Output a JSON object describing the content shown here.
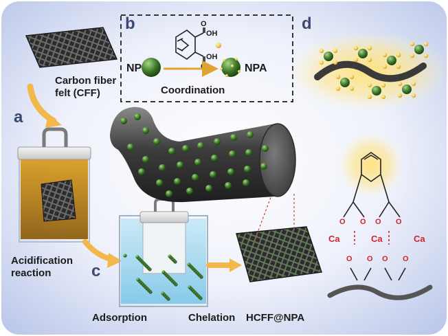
{
  "panels": {
    "a": "a",
    "b": "b",
    "c": "c",
    "d": "d"
  },
  "labels": {
    "cff_line1": "Carbon fiber",
    "cff_line2": "felt (CFF)",
    "acid_line1": "Acidification",
    "acid_line2": "reaction",
    "adsorption": "Adsorption",
    "chelation": "Chelation",
    "product": "HCFF@NPA",
    "np": "NP",
    "npa": "NPA",
    "coordination": "Coordination",
    "oh_top": "OH",
    "oh_bottom": "OH",
    "o_top": "O",
    "o_bottom": "O"
  },
  "chelate": {
    "ca_labels": [
      "Ca",
      "Ca",
      "Ca"
    ],
    "o_labels": [
      "O",
      "O",
      "O",
      "O",
      "O",
      "O",
      "O",
      "O"
    ]
  },
  "colors": {
    "background_center": "#ffffff",
    "background_edge": "#c9d3ef",
    "arrow": "#f2b84b",
    "fiber": "#4a4a4a",
    "particle": "#3f7a2a",
    "calcium": "#d2232a",
    "oxygen": "#d2232a",
    "glow": "#ffd54a"
  }
}
